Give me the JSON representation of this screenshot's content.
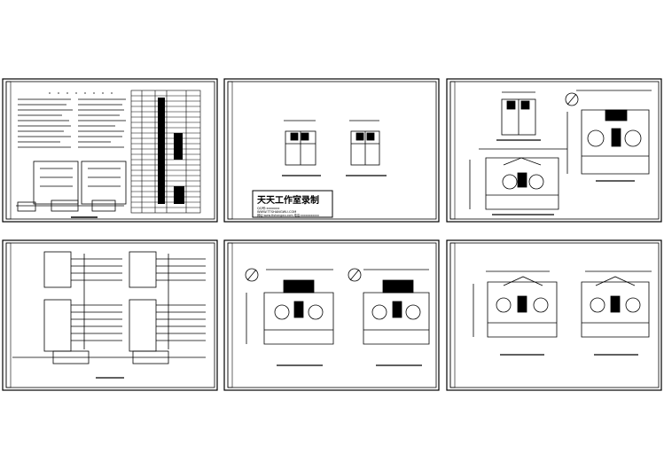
{
  "title": "",
  "watermark": {
    "title": "天天工作室录制",
    "line1": "QQ号:xxxxxxx",
    "line2": "WWW.TTSHANGWU.COM",
    "line3": "网址:www.ttshangwu.com  电话:xxxxxxxxxxx"
  },
  "colors": {
    "ink": "#000000",
    "paper": "#ffffff"
  },
  "sheets": [
    {
      "id": "sheet-1",
      "content": "design notes and equipment schedule"
    },
    {
      "id": "sheet-2",
      "content": "detail plans with watermark"
    },
    {
      "id": "sheet-3",
      "content": "roof and floor plans"
    },
    {
      "id": "sheet-4",
      "content": "distribution system diagrams"
    },
    {
      "id": "sheet-5",
      "content": "floor plans with north arrows"
    },
    {
      "id": "sheet-6",
      "content": "floor plans"
    }
  ]
}
